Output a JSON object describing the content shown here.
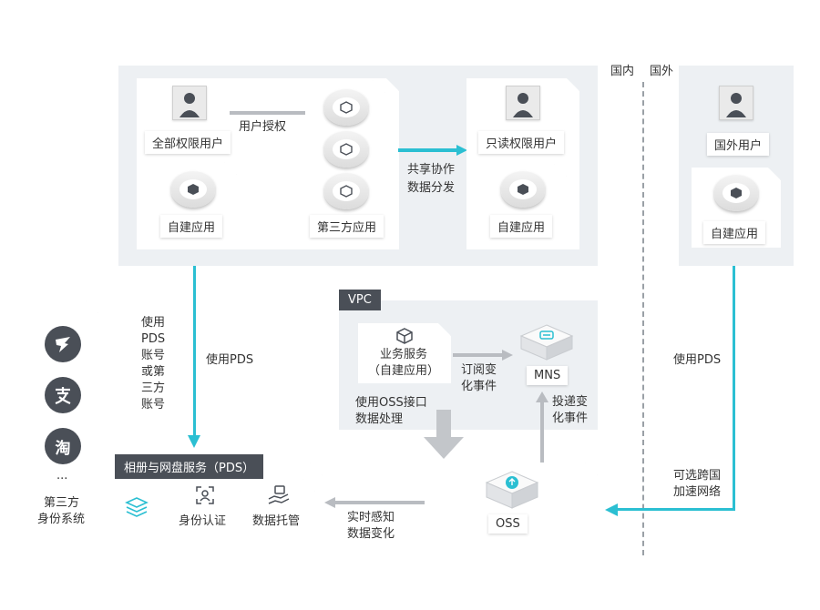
{
  "region": {
    "domestic_label": "国内",
    "overseas_label": "国外",
    "divider": "|"
  },
  "top": {
    "full_user": "全部权限用户",
    "user_auth": "用户授权",
    "self_app_left": "自建应用",
    "third_party_app": "第三方应用",
    "share_line1": "共享协作",
    "share_line2": "数据分发",
    "readonly_user": "只读权限用户",
    "self_app_right": "自建应用"
  },
  "overseas": {
    "user": "国外用户",
    "self_app": "自建应用",
    "use_pds": "使用PDS",
    "accel_line1": "可选跨国",
    "accel_line2": "加速网络"
  },
  "middle": {
    "use_pds_accounts": [
      "使用",
      "PDS",
      "账号",
      "或第",
      "三方",
      "账号"
    ],
    "use_pds": "使用PDS"
  },
  "vpc": {
    "badge": "VPC",
    "service_line1": "业务服务",
    "service_line2": "（自建应用）",
    "subscribe_line1": "订阅变",
    "subscribe_line2": "化事件",
    "mns": "MNS",
    "oss_api_line1": "使用OSS接口",
    "oss_api_line2": "数据处理",
    "deliver_line1": "投递变",
    "deliver_line2": "化事件"
  },
  "identity": {
    "symbols": [
      "淘"
    ],
    "ellipsis": "...",
    "title_line1": "第三方",
    "title_line2": "身份系统"
  },
  "pds": {
    "badge": "相册与网盘服务（PDS）",
    "identity_auth": "身份认证",
    "data_hosting": "数据托管"
  },
  "oss": {
    "label": "OSS",
    "sense_line1": "实时感知",
    "sense_line2": "数据变化"
  },
  "colors": {
    "accent": "#2bbfd2",
    "gray_arrow": "#b9bcc1",
    "dark_badge": "#4a4f57",
    "zone_bg": "#edf0f3"
  }
}
